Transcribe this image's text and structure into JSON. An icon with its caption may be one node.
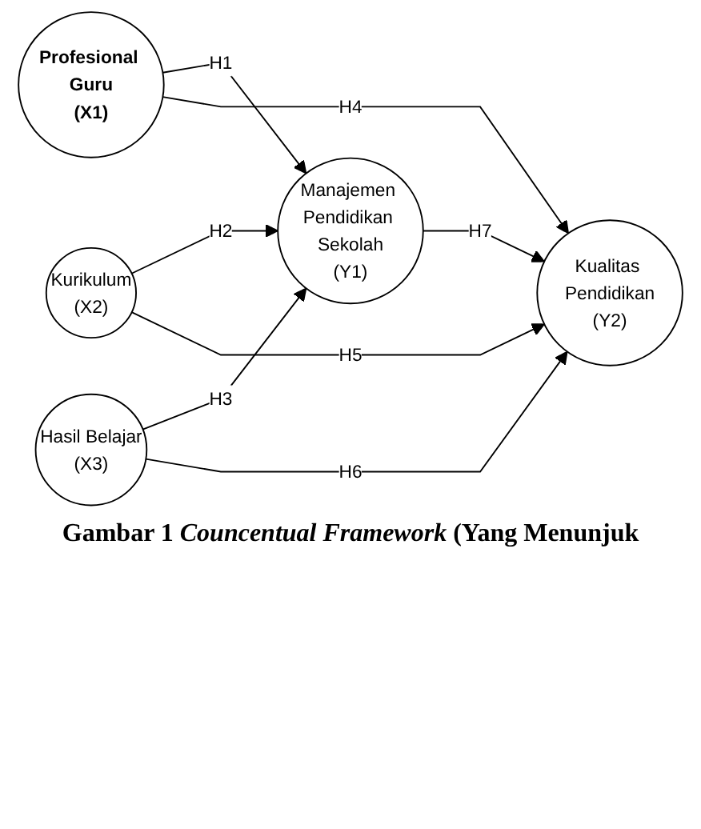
{
  "diagram": {
    "caption": "Gambar 1 *Councentual Framework* (Yang Menunjuk",
    "nodes": [
      {
        "text": [
          "Profesional Guru",
          "(X1)"
        ]
      },
      {
        "text": [
          "Kurikulum",
          "(X2)"
        ]
      },
      {
        "text": [
          "Hasil Belajar",
          "(X3)"
        ]
      },
      {
        "text": [
          "Manajemen Pendidikan Sekolah",
          "(Y1)"
        ]
      },
      {
        "text": [
          "Kualitas Pendidikan",
          "(Y2)"
        ]
      }
    ],
    "edges": [
      {
        "from": 0,
        "to": 3,
        "arrow": "to",
        "label": "H1"
      },
      {
        "from": 1,
        "to": 3,
        "arrow": "to",
        "label": "H2"
      },
      {
        "from": 2,
        "to": 3,
        "arrow": "to",
        "label": "H3"
      },
      {
        "from": 0,
        "to": 4,
        "arrow": "to",
        "label": "H4"
      },
      {
        "from": 1,
        "to": 4,
        "arrow": "to",
        "label": "H5"
      },
      {
        "from": 2,
        "to": 4,
        "arrow": "to",
        "label": "H6"
      },
      {
        "from": 3,
        "to": 4,
        "arrow": "to",
        "label": "H7"
      }
    ]
  }
}
